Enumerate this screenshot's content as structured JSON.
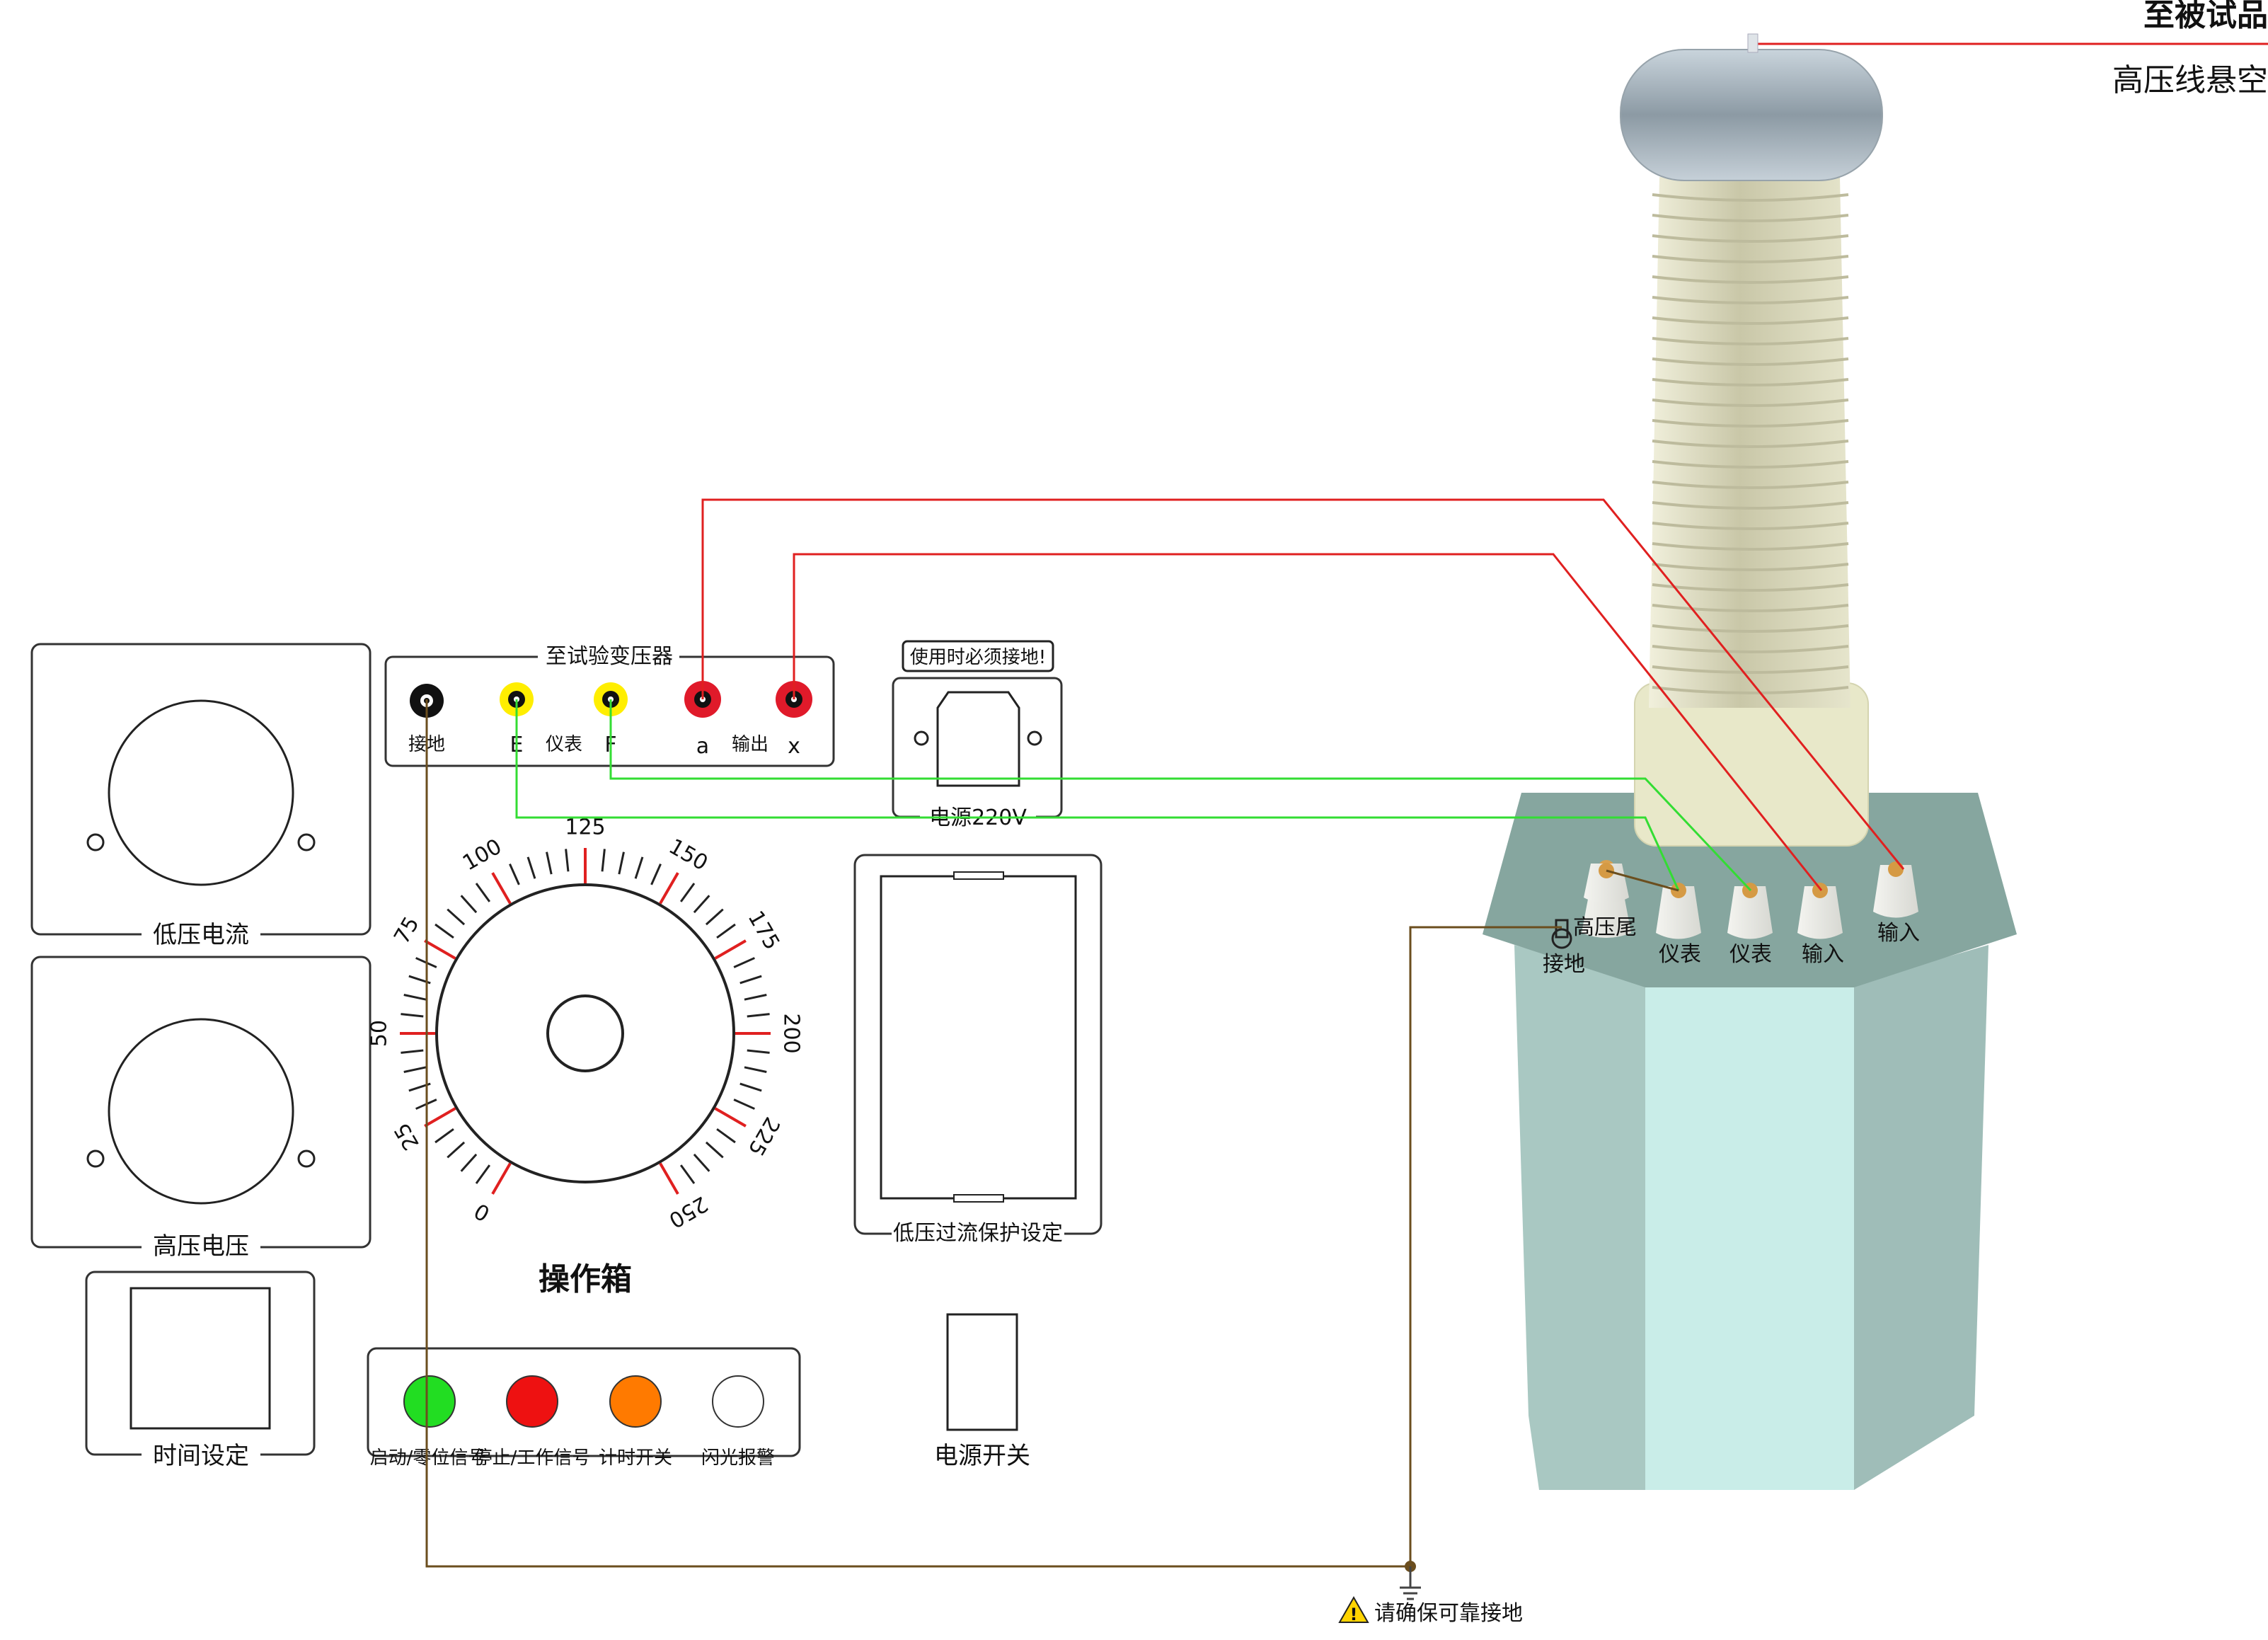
{
  "top_right": {
    "line1": "至被试品",
    "line2": "高压线悬空"
  },
  "panel": {
    "title": "操作箱",
    "meter_low_current": "低压电流",
    "meter_high_voltage": "高压电压",
    "time_setting": "时间设定",
    "overcurrent_setting": "低压过流保护设定",
    "power_switch": "电源开关",
    "terminal_box": {
      "title": "至试验变压器",
      "labels": {
        "ground": "接地",
        "E": "E",
        "meter": "仪表",
        "F": "F",
        "a": "a",
        "output": "输出",
        "x": "x"
      }
    },
    "power_socket": {
      "warning": "使用时必须接地!",
      "label": "电源220V"
    },
    "dial": {
      "ticks": [
        "0",
        "25",
        "50",
        "75",
        "100",
        "125",
        "150",
        "175",
        "200",
        "225",
        "250"
      ]
    },
    "indicators": [
      {
        "label": "启动/零位信号",
        "color": "#22dd22"
      },
      {
        "label": "停止/工作信号",
        "color": "#ee1111"
      },
      {
        "label": "计时开关",
        "color": "#ff7a00"
      },
      {
        "label": "闪光报警",
        "color": "#ffffff"
      }
    ]
  },
  "transformer": {
    "terminals": {
      "hv_tail": "高压尾",
      "ground": "接地",
      "meter1": "仪表",
      "meter2": "仪表",
      "input1": "输入",
      "input2": "输入"
    }
  },
  "ground_warning": "请确保可靠接地",
  "colors": {
    "red_wire": "#e02020",
    "green_wire": "#33dd33",
    "ground_wire": "#6b4e1e",
    "body_light": "#a7c7c0",
    "body_top": "#85a59d",
    "body_front": "#c8ece7"
  }
}
